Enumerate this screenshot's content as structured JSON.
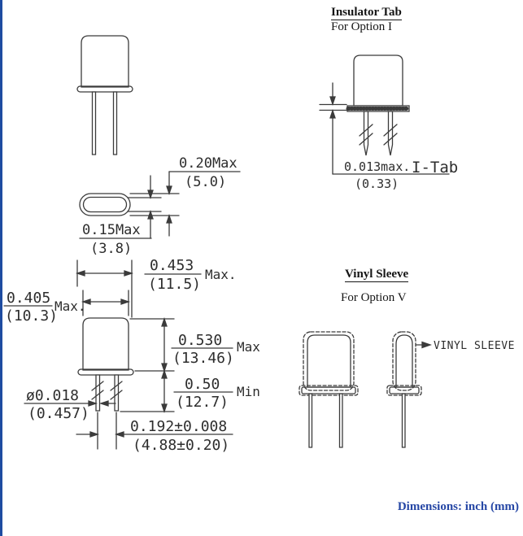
{
  "top_view": {
    "outer_in": "0.20Max",
    "outer_mm": "(5.0)",
    "inner_in": "0.15Max",
    "inner_mm": "(3.8)"
  },
  "front_view": {
    "base_width": {
      "in": "0.453",
      "mm": "(11.5)",
      "qual": "Max."
    },
    "can_width": {
      "in": "0.405",
      "mm": "(10.3)",
      "qual": "Max."
    },
    "can_height": {
      "in": "0.530",
      "mm": "(13.46)",
      "qual": "Max"
    },
    "lead_length": {
      "in": "0.50",
      "mm": "(12.7)",
      "qual": "Min"
    },
    "lead_dia": {
      "in": "ø0.018",
      "mm": "(0.457)"
    },
    "lead_spacing": {
      "in": "0.192±0.008",
      "mm": "(4.88±0.20)"
    }
  },
  "insulator_tab": {
    "title": "Insulator Tab",
    "subtitle": "For Option I",
    "dim_in": "0.013max.",
    "dim_mm": "(0.33)",
    "label": "I-Tab"
  },
  "vinyl_sleeve": {
    "title": "Vinyl Sleeve",
    "subtitle": "For Option V",
    "callout": "VINYL SLEEVE"
  },
  "footer": {
    "note": "Dimensions: inch (mm)"
  },
  "colors": {
    "line": "#3b3b3b",
    "page_border_blue": "#1e4ca1",
    "note_blue": "#2647a5"
  }
}
